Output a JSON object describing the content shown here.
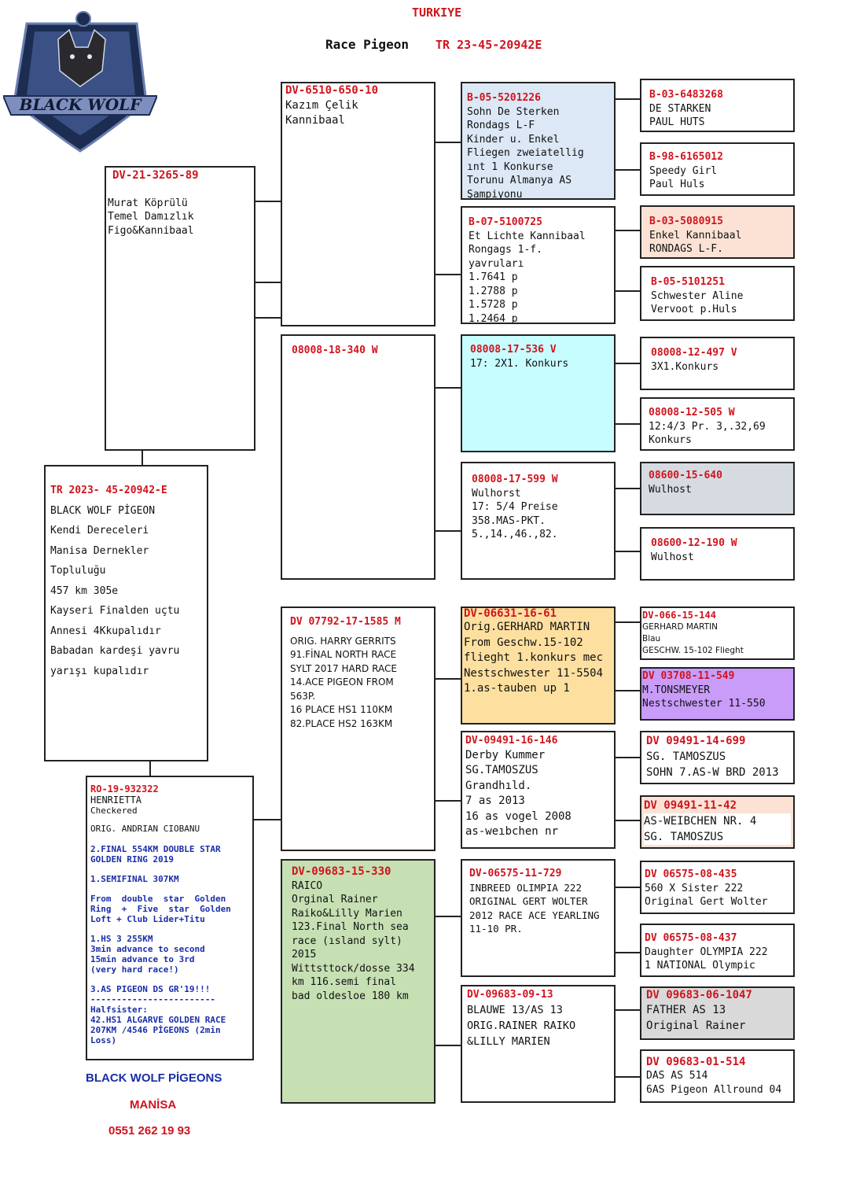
{
  "header": {
    "country": "TURKIYE",
    "race_label": "Race Pigeon",
    "ring": "TR 23-45-20942E"
  },
  "logo": {
    "text": "BLACK WOLF"
  },
  "footer": {
    "loft": "BLACK WOLF PİGEONS",
    "city": "MANİSA",
    "phone": "0551 262 19 93"
  },
  "colors": {
    "red": "#d0141e",
    "blue": "#1a2ea8",
    "light_blue": "#dce8f5",
    "cyan": "#c8fdff",
    "peach": "#fbe2d5",
    "gray": "#d6dbe2",
    "orange": "#fde0a0",
    "purple": "#c89cf8",
    "green": "#c6e0b4",
    "light_gray": "#d9d9d9"
  },
  "pigeon": {
    "ring": "TR 2023- 45-20942-E",
    "l1": "BLACK WOLF PİGEON",
    "l2": "Kendi Dereceleri",
    "l3": "Manisa Dernekler",
    "l4": "Topluluğu",
    "l5": "457 km 305e",
    "l6": "Kayseri Finalden uçtu",
    "l7": "Annesi 4Kkupalıdır",
    "l8": "Babadan kardeşi yavru",
    "l9": "yarışı kupalıdır"
  },
  "sire": {
    "ring": "DV-21-3265-89",
    "text": "Murat Köprülü\nTemel Damızlık\nFigo&Kannibaal"
  },
  "dam": {
    "ring": "RO-19-932322",
    "l1": "HENRIETTA",
    "l2": "Checkered",
    "l3": "ORIG. ANDRIAN CIOBANU",
    "p1": "2.FINAL 554KM DOUBLE STAR\nGOLDEN RING 2019",
    "p2": "1.SEMIFINAL 307KM",
    "p3": "From  double  star  Golden\nRing  +  Five  star  Golden\nLoft + Club Lider+Titu",
    "p4": "1.HS 3 255KM\n3min advance to second\n15min advance to 3rd\n(very hard race!)",
    "p5": "3.AS PIGEON DS GR'19!!!",
    "p6": "------------------------\nHalfsister:\n42.HS1 ALGARVE GOLDEN RACE\n207KM /4546 PİGEONS (2min\nLoss)"
  },
  "gen2": [
    {
      "ring": "DV-6510-650-10",
      "text": "Kazım Çelik\nKannibaal"
    },
    {
      "ring": "08008-18-340 W",
      "text": ""
    },
    {
      "ring": "DV 07792-17-1585 M",
      "text": "ORIG. HARRY GERRITS\n91.FİNAL NORTH RACE\nSYLT 2017 HARD RACE\n14.ACE PIGEON FROM\n563P.\n16 PLACE HS1 110KM\n82.PLACE HS2 163KM"
    },
    {
      "ring": "DV-09683-15-330",
      "text": "RAICO\nOrginal Rainer\nRaiko&Lilly Marien\n123.Final North sea\nrace (ısland sylt)\n2015\nWittsttock/dosse 334\nkm 116.semi final\nbad oldesloe 180 km"
    }
  ],
  "gen3": [
    {
      "ring": "B-05-5201226",
      "text": "Sohn De Sterken\nRondags L-F\nKinder u. Enkel\nFliegen zweiatellig\nınt 1 Konkurse\nTorunu Almanya AS\nŞampiyonu"
    },
    {
      "ring": "B-07-5100725",
      "text": "Et Lichte Kannibaal\nRongags 1-f.\nyavruları\n1.7641 p\n1.2788 p\n1.5728 p\n1.2464 p"
    },
    {
      "ring": "08008-17-536 V",
      "text": "17: 2X1. Konkurs"
    },
    {
      "ring": "08008-17-599 W",
      "text": "Wulhorst\n17: 5/4 Preise\n358.MAS-PKT.\n5.,14.,46.,82."
    },
    {
      "ring": "DV-06631-16-61",
      "text": "Orig.GERHARD MARTIN\nFrom Geschw.15-102\nflieght 1.konkurs mec\nNestschwester 11-5504\n1.as-tauben up 1"
    },
    {
      "ring": "DV-09491-16-146",
      "text": "Derby Kummer\nSG.TAMOSZUS\nGrandhıld.\n7 as 2013\n16 as vogel 2008\nas-weıbchen nr"
    },
    {
      "ring": "DV-06575-11-729",
      "text": "INBREED OLIMPIA 222\nORIGINAL GERT WOLTER\n2012 RACE ACE YEARLING\n11-10 PR."
    },
    {
      "ring": "DV-09683-09-13",
      "text": "BLAUWE 13/AS 13\nORIG.RAINER RAIKO\n&LILLY MARIEN"
    }
  ],
  "gen4": [
    {
      "ring": "B-03-6483268",
      "text": "DE STARKEN\nPAUL HUTS"
    },
    {
      "ring": "B-98-6165012",
      "text": "Speedy Girl\nPaul Huls"
    },
    {
      "ring": "B-03-5080915",
      "text": "Enkel Kannibaal\nRONDAGS L-F."
    },
    {
      "ring": "B-05-5101251",
      "text": "Schwester Aline\nVervoot p.Huls"
    },
    {
      "ring": "08008-12-497 V",
      "text": "3X1.Konkurs"
    },
    {
      "ring": "08008-12-505 W",
      "text": "12:4/3 Pr. 3,.32,69\nKonkurs"
    },
    {
      "ring": "08600-15-640",
      "text": "Wulhost"
    },
    {
      "ring": "08600-12-190 W",
      "text": "Wulhost"
    },
    {
      "ring": "DV-066-15-144",
      "text": "GERHARD MARTIN\nBlau\nGESCHW. 15-102 Flieght"
    },
    {
      "ring": "DV 03708-11-549",
      "text": "M.TONSMEYER\nNestschwester 11-550"
    },
    {
      "ring": "DV 09491-14-699",
      "text": "SG. TAMOSZUS\nSOHN 7.AS-W BRD 2013"
    },
    {
      "ring": "DV 09491-11-42",
      "text": "AS-WEIBCHEN NR. 4\nSG. TAMOSZUS"
    },
    {
      "ring": "DV 06575-08-435",
      "text": "560 X Sister 222\nOriginal Gert Wolter"
    },
    {
      "ring": "DV 06575-08-437",
      "text": "Daughter OLYMPIA 222\n1 NATIONAL Olympic"
    },
    {
      "ring": "DV 09683-06-1047",
      "text": "FATHER AS 13\nOriginal Rainer"
    },
    {
      "ring": "DV 09683-01-514",
      "text": "DAS AS 514\n6AS Pigeon Allround 04"
    }
  ]
}
